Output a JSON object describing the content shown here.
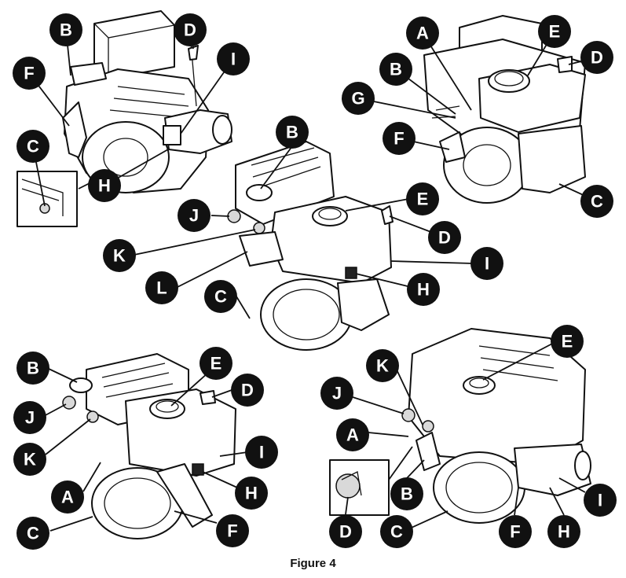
{
  "figure": {
    "caption": "Figure 4",
    "engines": [
      {
        "id": "top-left",
        "labels": [
          "B",
          "D",
          "F",
          "I",
          "C",
          "H"
        ]
      },
      {
        "id": "top-right",
        "labels": [
          "A",
          "E",
          "D",
          "B",
          "G",
          "F",
          "C"
        ]
      },
      {
        "id": "center",
        "labels": [
          "B",
          "E",
          "J",
          "D",
          "K",
          "I",
          "L",
          "H",
          "C"
        ]
      },
      {
        "id": "bottom-left",
        "labels": [
          "B",
          "E",
          "D",
          "J",
          "K",
          "I",
          "A",
          "H",
          "C",
          "F"
        ]
      },
      {
        "id": "bottom-right",
        "labels": [
          "E",
          "K",
          "J",
          "A",
          "B",
          "I",
          "D",
          "C",
          "F",
          "H"
        ]
      }
    ]
  }
}
